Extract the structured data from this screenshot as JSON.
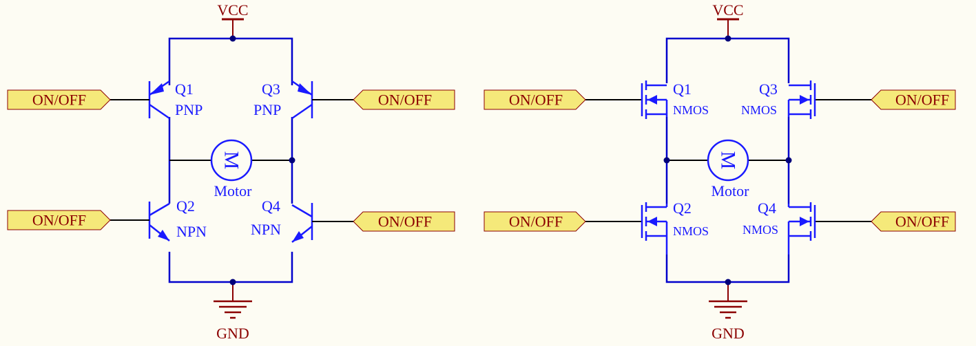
{
  "colors": {
    "background": "#fdfcf3",
    "wire": "#0000cc",
    "component": "#1a1aff",
    "power": "#8b0000",
    "label_fill": "#f5e97a",
    "label_text": "#8b0000",
    "junction": "#00007a",
    "signal_wire": "#000000"
  },
  "bjt_bridge": {
    "vcc": "VCC",
    "gnd": "GND",
    "motor_symbol": "M",
    "motor_label": "Motor",
    "transistors": [
      {
        "ref": "Q1",
        "type": "PNP",
        "input": "ON/OFF"
      },
      {
        "ref": "Q3",
        "type": "PNP",
        "input": "ON/OFF"
      },
      {
        "ref": "Q2",
        "type": "NPN",
        "input": "ON/OFF"
      },
      {
        "ref": "Q4",
        "type": "NPN",
        "input": "ON/OFF"
      }
    ]
  },
  "mos_bridge": {
    "vcc": "VCC",
    "gnd": "GND",
    "motor_symbol": "M",
    "motor_label": "Motor",
    "transistors": [
      {
        "ref": "Q1",
        "type": "NMOS",
        "input": "ON/OFF"
      },
      {
        "ref": "Q3",
        "type": "NMOS",
        "input": "ON/OFF"
      },
      {
        "ref": "Q2",
        "type": "NMOS",
        "input": "ON/OFF"
      },
      {
        "ref": "Q4",
        "type": "NMOS",
        "input": "ON/OFF"
      }
    ]
  }
}
